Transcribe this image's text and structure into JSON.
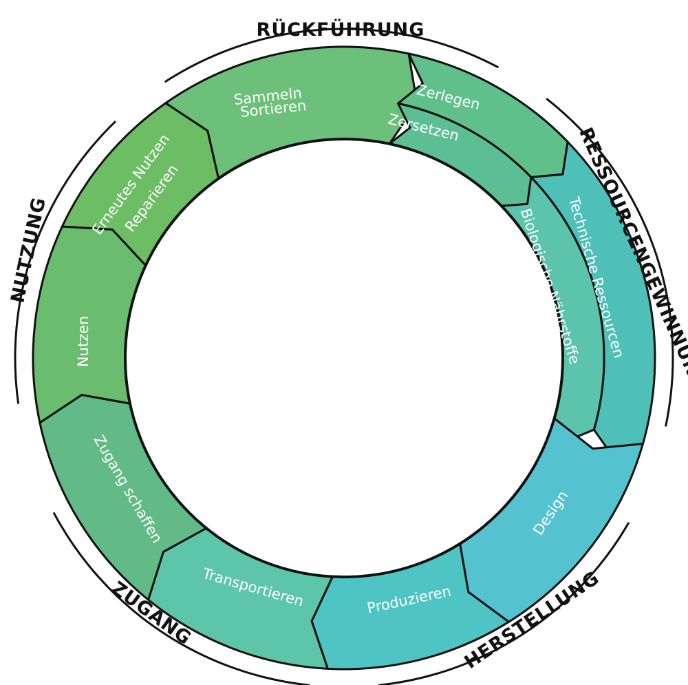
{
  "phases": {
    "rueckfuehrung": "RÜCKFÜHRUNG",
    "ressourcengewinnung": "RESSOURCENGEWINNUNG",
    "herstellung": "HERSTELLUNG",
    "zugang": "ZUGANG",
    "nutzung": "NUTZUNG"
  },
  "segments": {
    "sammeln": [
      "Sammeln",
      "Sortieren"
    ],
    "zerlegen": "Zerlegen",
    "zersetzen": "Zersetzen",
    "technische": "Technische Ressourcen",
    "biologische": "Biologische Nährstoffe",
    "design": "Design",
    "produzieren": "Produzieren",
    "transportieren": "Transportieren",
    "zugang": "Zugang schaffen",
    "nutzen": "Nutzen",
    "erneutes": [
      "Erneutes Nutzen",
      "Reparieren"
    ]
  },
  "colors": {
    "sammeln": "#6cc07a",
    "zerlegen": "#5fc08c",
    "zersetzen": "#5cbf94",
    "technische": "#4ec0b7",
    "biologische": "#5cc4ac",
    "design": "#55c2d0",
    "produzieren": "#4fc4c4",
    "transportieren": "#5ec6a8",
    "zugang": "#62bb86",
    "nutzen": "#6abd6f",
    "erneutes": "#6cbd64",
    "outline": "#111111"
  }
}
